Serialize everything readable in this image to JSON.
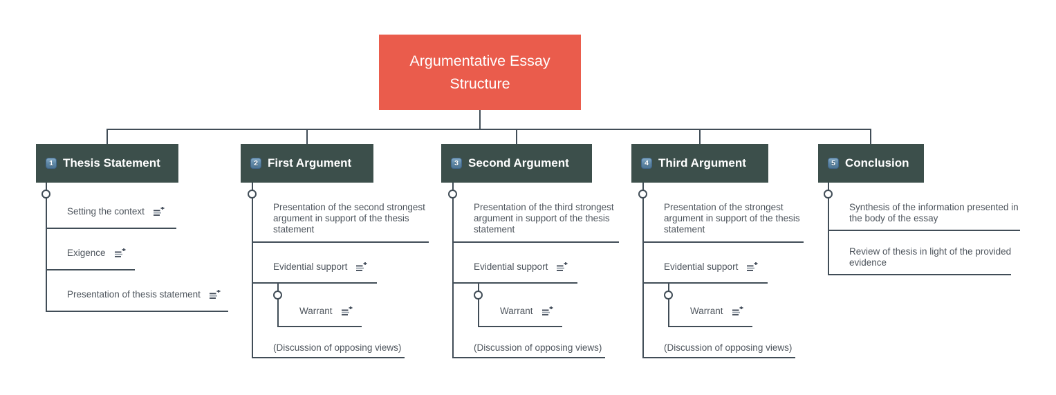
{
  "app": {
    "kind": "mind-map",
    "background": "#ffffff"
  },
  "theme": {
    "root_color": "#EA5C4C",
    "root_text_color": "#ffffff",
    "branch_box_color": "#3C4F4B",
    "branch_text_color": "#ffffff",
    "connector_color": "#414D57",
    "child_text_color": "#4D545C",
    "badge_color_top": "#84AAC7",
    "badge_color_bottom": "#4E7695"
  },
  "icons": {
    "note": "add-note-icon",
    "collapse": "collapse-handle"
  },
  "root": {
    "label": "Argumentative Essay Structure"
  },
  "branches": [
    {
      "number": "1",
      "label": "Thesis Statement",
      "children": [
        {
          "label": "Setting the context",
          "has_note_icon": true
        },
        {
          "label": "Exigence",
          "has_note_icon": true
        },
        {
          "label": "Presentation of thesis statement",
          "has_note_icon": true
        }
      ]
    },
    {
      "number": "2",
      "label": "First Argument",
      "children": [
        {
          "label": "Presentation of the second strongest argument in support of the thesis statement"
        },
        {
          "label": "Evidential support",
          "has_note_icon": true,
          "children": [
            {
              "label": "Warrant",
              "has_note_icon": true
            }
          ]
        },
        {
          "label": "(Discussion of opposing views)"
        }
      ]
    },
    {
      "number": "3",
      "label": "Second Argument",
      "children": [
        {
          "label": "Presentation of the third strongest argument in support of the thesis statement"
        },
        {
          "label": "Evidential support",
          "has_note_icon": true,
          "children": [
            {
              "label": "Warrant",
              "has_note_icon": true
            }
          ]
        },
        {
          "label": "(Discussion of opposing views)"
        }
      ]
    },
    {
      "number": "4",
      "label": "Third Argument",
      "children": [
        {
          "label": "Presentation of the strongest argument in support of the thesis statement"
        },
        {
          "label": "Evidential support",
          "has_note_icon": true,
          "children": [
            {
              "label": "Warrant",
              "has_note_icon": true
            }
          ]
        },
        {
          "label": "(Discussion of opposing views)"
        }
      ]
    },
    {
      "number": "5",
      "label": "Conclusion",
      "children": [
        {
          "label": "Synthesis of the information presented in the body of the essay"
        },
        {
          "label": "Review of thesis in light of the provided evidence"
        }
      ]
    }
  ]
}
